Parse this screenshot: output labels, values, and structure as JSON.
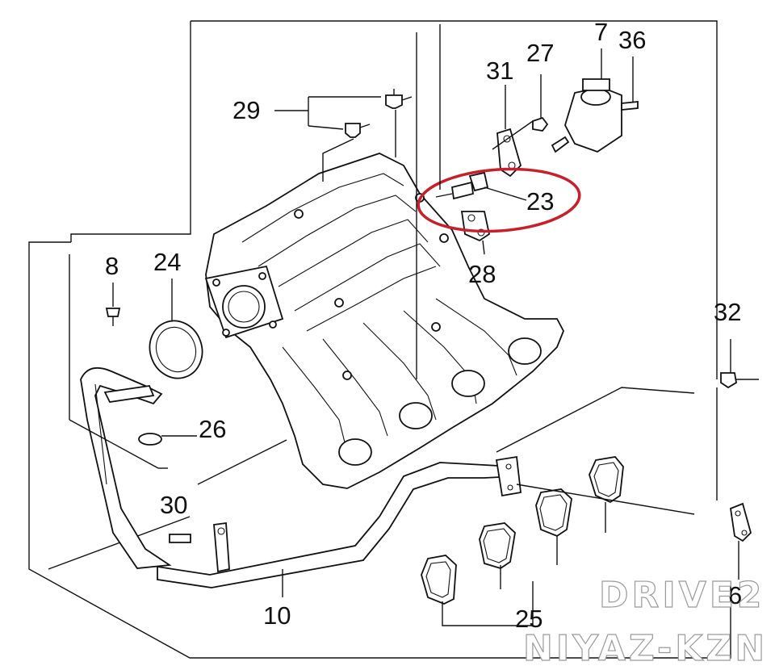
{
  "diagram": {
    "callouts": {
      "p29": "29",
      "p31": "31",
      "p27": "27",
      "p7": "7",
      "p36": "36",
      "p23": "23",
      "p28": "28",
      "p8": "8",
      "p24": "24",
      "p32": "32",
      "p26": "26",
      "p30": "30",
      "p10": "10",
      "p25": "25",
      "p6": "6"
    },
    "highlight": {
      "target": "23",
      "color": "#c8202a"
    },
    "watermark": {
      "line1": "DRIVE2",
      "line2": "NIYAZ-KZN"
    },
    "colors": {
      "ink": "#111111",
      "highlight": "#c8202a",
      "watermark_outline": "#9a9a9a"
    }
  }
}
